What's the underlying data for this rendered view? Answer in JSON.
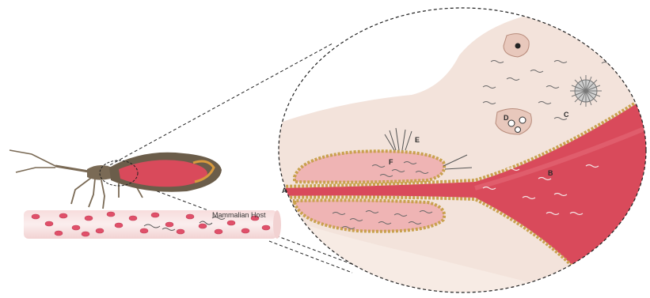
{
  "host": {
    "label": "Mammalian Host"
  },
  "callouts": [
    {
      "id": "A",
      "text": "A"
    },
    {
      "id": "B",
      "text": "B"
    },
    {
      "id": "C",
      "text": "C"
    },
    {
      "id": "D",
      "text": "D"
    },
    {
      "id": "E",
      "text": "E"
    },
    {
      "id": "F",
      "text": "F"
    }
  ],
  "colors": {
    "blood": "#d94a5b",
    "blood_dark": "#b8364a",
    "tissue": "#f3e3db",
    "tissue_light": "#f8efea",
    "epithelium": "#e6c06e",
    "bug_body": "#7a6a55",
    "rbc": "#e0506a"
  }
}
